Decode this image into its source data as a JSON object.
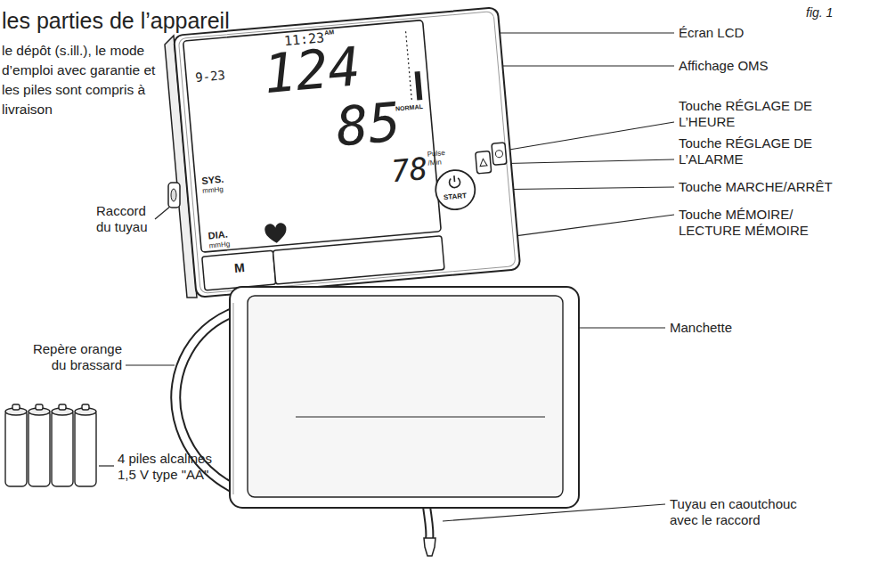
{
  "diagram": {
    "title": "les parties de l’appareil",
    "labels": [
      "le dépôt (s.ill.), le mode d’emploi avec garantie et les piles sont compris à livraison",
      "fig. 1",
      "Écran LCD",
      "Affichage OMS",
      "Touche RÉGLAGE DE L’HEURE",
      "Touche RÉGLAGE DE L’ALARME",
      "Touche MARCHE/ARRÊT",
      "Touche MÉMOIRE/ LECTURE MÉMOIRE",
      "Raccord du tuyau",
      "Manchette",
      "Repère orange du brassard",
      "4 piles alcalines 1,5 V type \"AA\"",
      "Tuyau en caoutchouc avec le raccord",
      "9-23",
      "11:23",
      "AM",
      "124",
      "85",
      "78",
      "SYS.",
      "mmHg",
      "DIA.",
      "mmHg",
      "Pulse",
      "/Min",
      "NORMAL",
      "START",
      "M"
    ]
  }
}
